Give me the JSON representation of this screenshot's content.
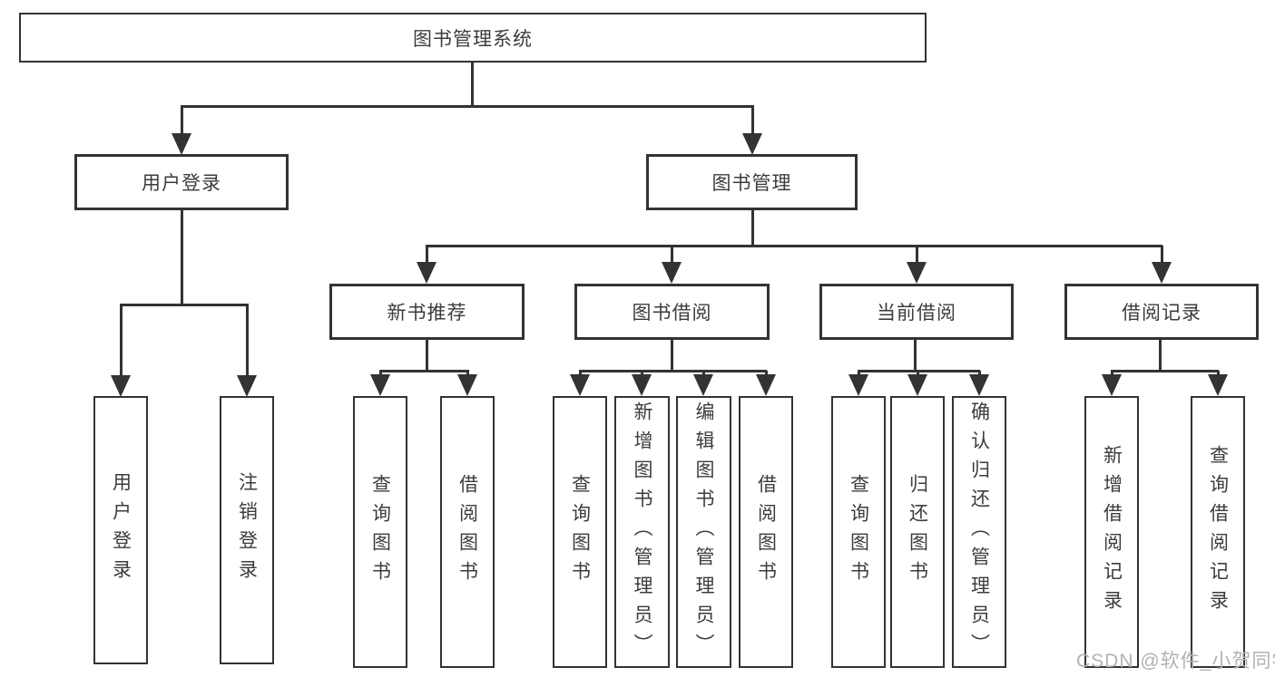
{
  "diagram": {
    "root": {
      "label": "图书管理系统"
    },
    "branches": [
      {
        "label": "用户登录",
        "children": [
          {
            "label": "用户登录"
          },
          {
            "label": "注销登录"
          }
        ]
      },
      {
        "label": "图书管理",
        "children": [
          {
            "label": "新书推荐",
            "children": [
              {
                "label": "查询图书"
              },
              {
                "label": "借阅图书"
              }
            ]
          },
          {
            "label": "图书借阅",
            "children": [
              {
                "label": "查询图书"
              },
              {
                "label": "新增图书（管理员）"
              },
              {
                "label": "编辑图书（管理员）"
              },
              {
                "label": "借阅图书"
              }
            ]
          },
          {
            "label": "当前借阅",
            "children": [
              {
                "label": "查询图书"
              },
              {
                "label": "归还图书"
              },
              {
                "label": "确认归还（管理员）"
              }
            ]
          },
          {
            "label": "借阅记录",
            "children": [
              {
                "label": "新增借阅记录"
              },
              {
                "label": "查询借阅记录"
              }
            ]
          }
        ]
      }
    ]
  },
  "watermark": {
    "text": "CSDN @软件_小贺同学"
  },
  "colors": {
    "line": "#333333",
    "box_border": "#333333",
    "text": "#3c3c3c",
    "watermark": "#b2b2b2",
    "background": "#ffffff"
  }
}
